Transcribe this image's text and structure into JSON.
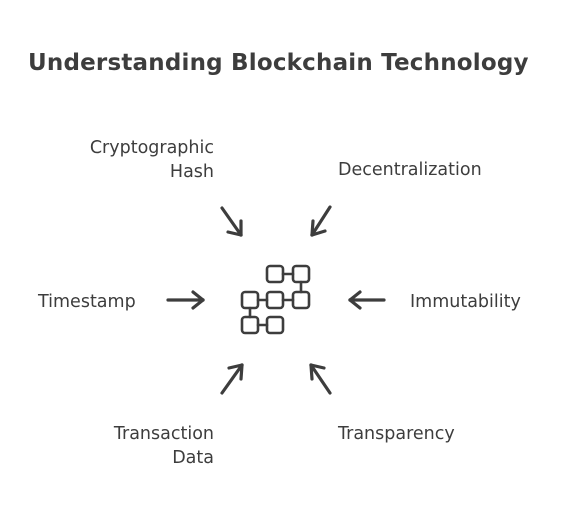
{
  "title": "Understanding Blockchain Technology",
  "center": {
    "icon": "blockchain-icon"
  },
  "concepts": {
    "hash": {
      "line1": "Cryptographic",
      "line2": "Hash"
    },
    "decentralization": {
      "label": "Decentralization"
    },
    "timestamp": {
      "label": "Timestamp"
    },
    "immutability": {
      "label": "Immutability"
    },
    "transaction": {
      "line1": "Transaction",
      "line2": "Data"
    },
    "transparency": {
      "label": "Transparency"
    }
  },
  "colors": {
    "ink": "#3d3d3d",
    "background": "#ffffff"
  }
}
